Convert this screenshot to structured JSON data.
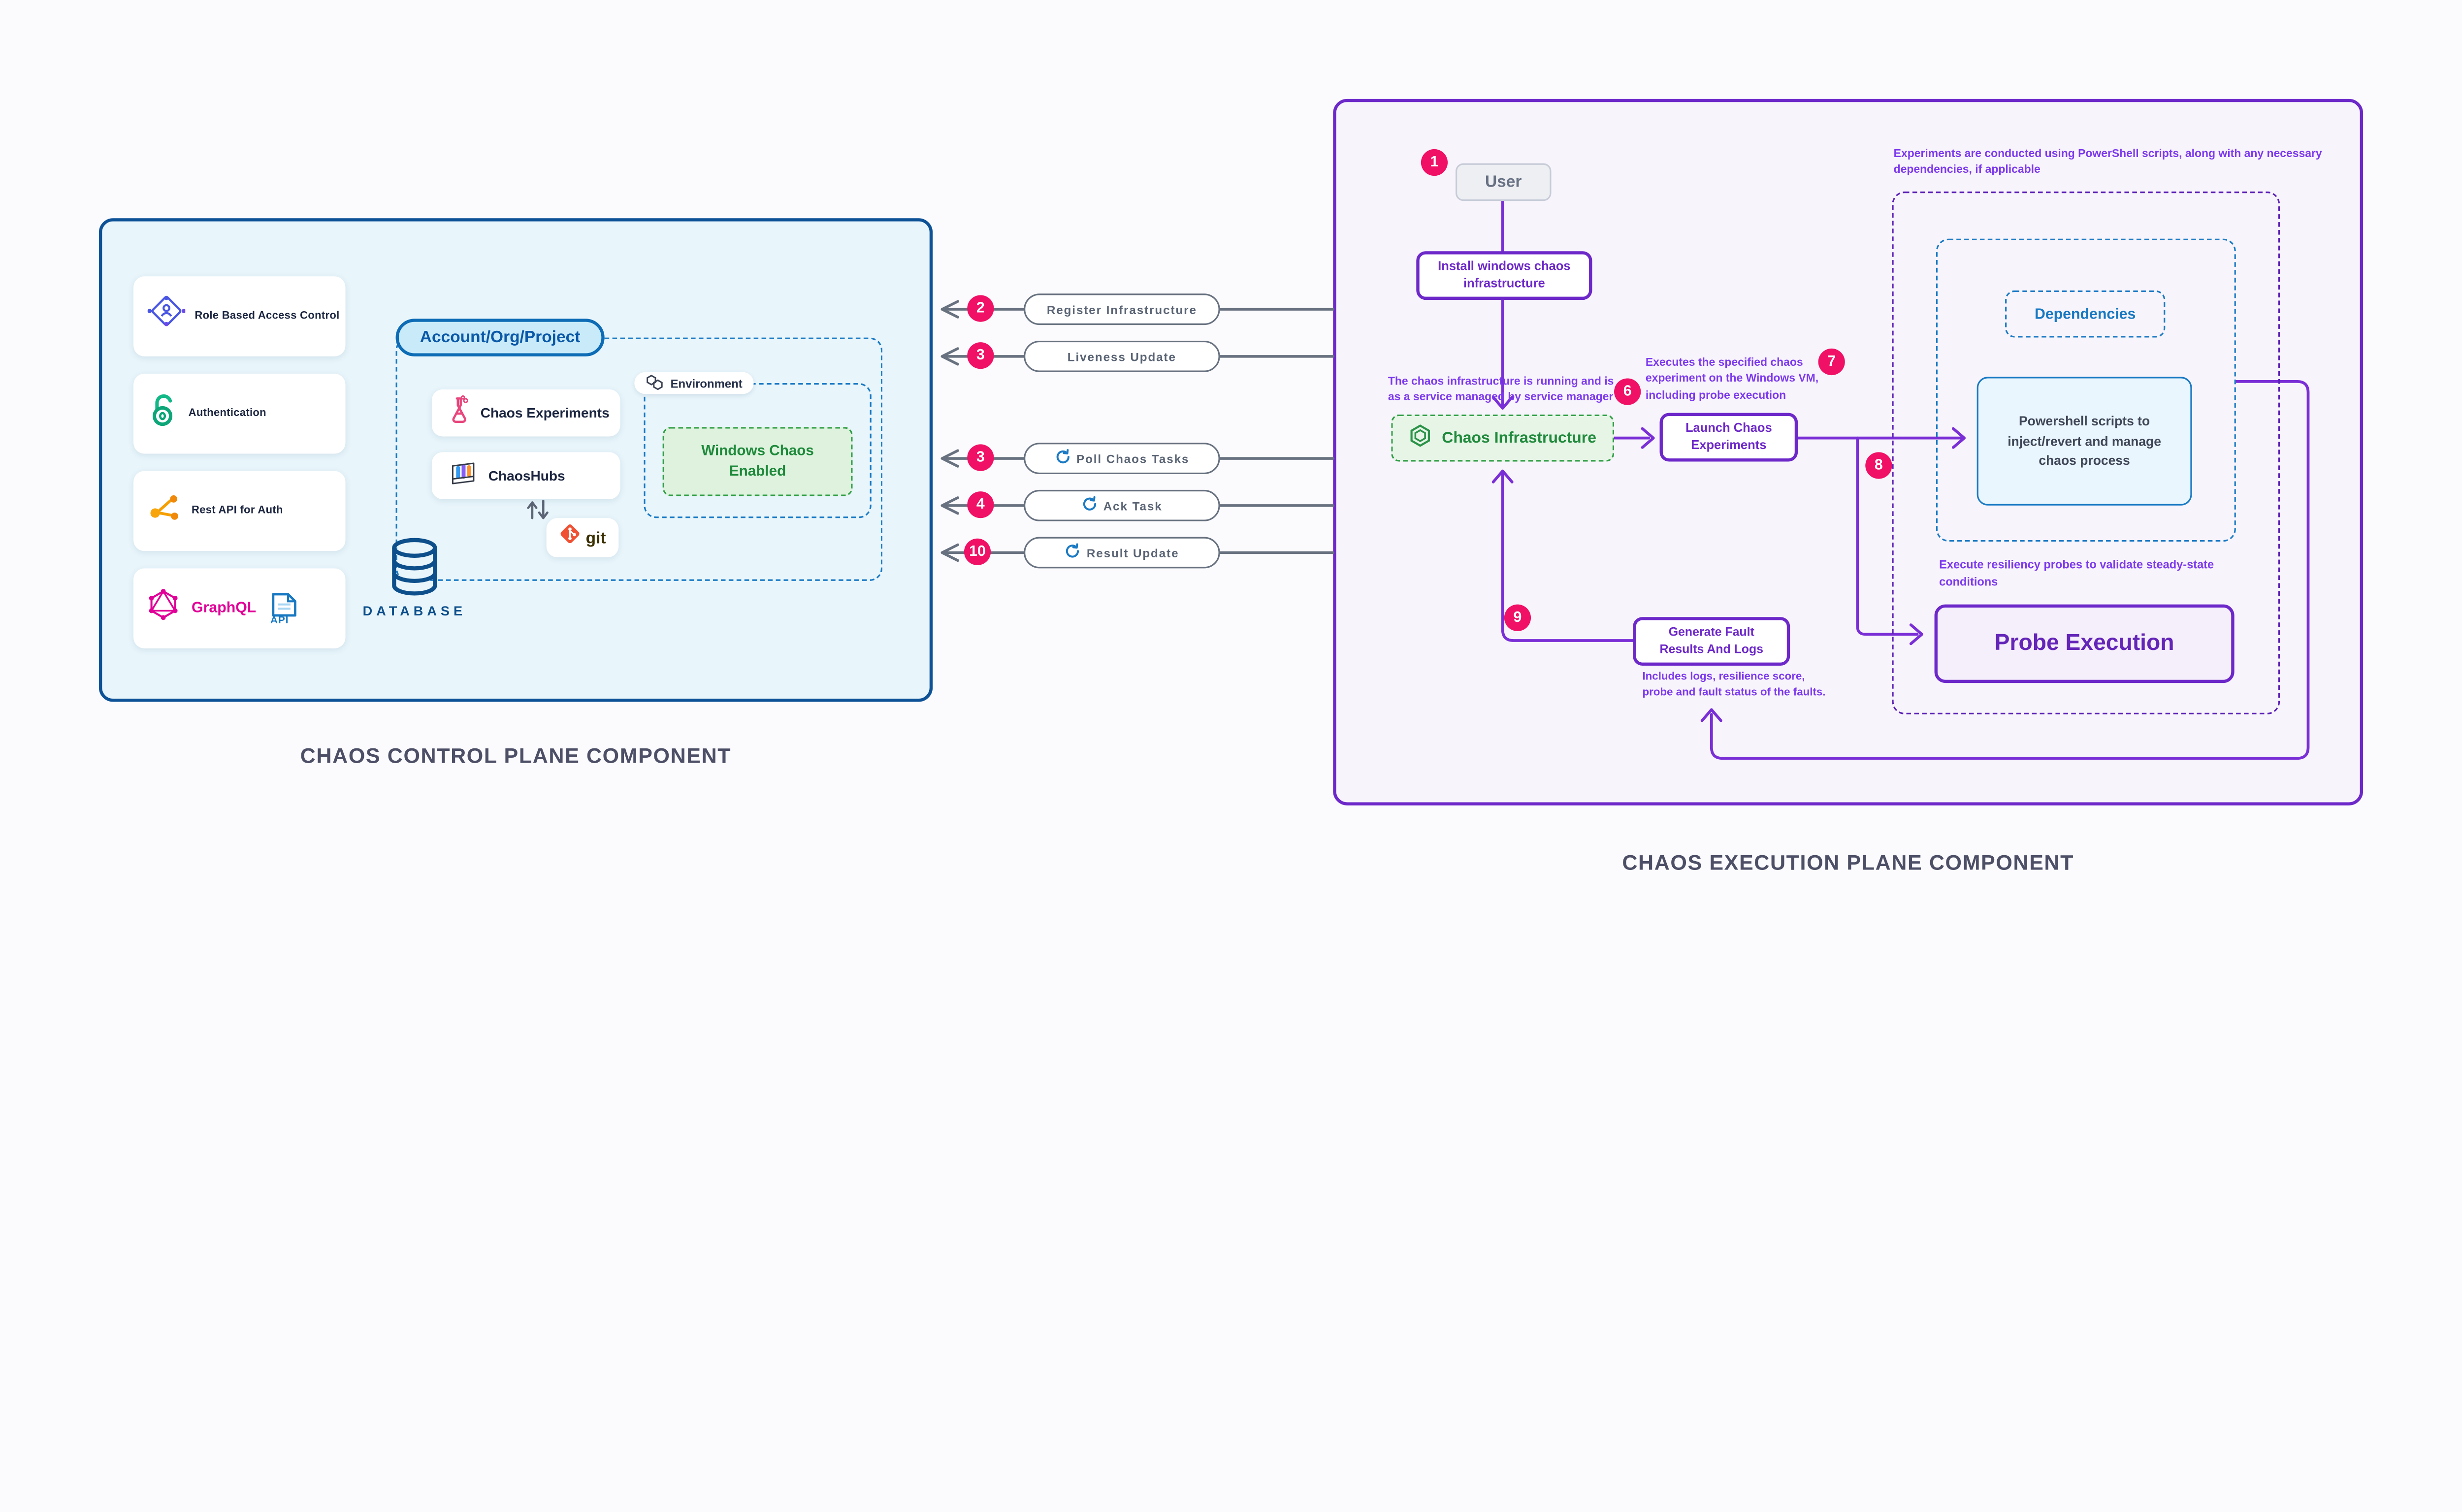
{
  "colors": {
    "page_bg": "#fbfafd",
    "control_panel_bg": "#e8f5fb",
    "control_panel_border": "#0d5296",
    "execution_panel_bg": "#f8f4fc",
    "execution_panel_border": "#6d28c9",
    "badge_pink": "#f01065",
    "flow_purple": "#7a2fd6",
    "caption_purple": "#7c3aed",
    "green": "#2f9e44",
    "blue": "#1a7ac4",
    "slate": "#67717f",
    "navy": "#0d4f8b",
    "graphql_pink": "#e10098",
    "git_orange": "#f05133"
  },
  "control_plane": {
    "title": "CHAOS CONTROL PLANE COMPONENT",
    "cards": [
      {
        "label": "Role Based Access Control",
        "icon": "rbac-network-icon"
      },
      {
        "label": "Authentication",
        "icon": "open-lock-icon"
      },
      {
        "label": "Rest API for Auth",
        "icon": "api-nodes-icon"
      },
      {
        "label": "GraphQL",
        "icon": "graphql-icon",
        "api_text": "API"
      }
    ],
    "account_pill": "Account/Org/Project",
    "chaos_experiments": "Chaos Experiments",
    "chaoshubs": "ChaosHubs",
    "environment_label": "Environment",
    "windows_chaos": "Windows Chaos Enabled",
    "git_label": "git",
    "database_label": "DATABASE"
  },
  "connectors": [
    {
      "badge": "2",
      "label": "Register Infrastructure"
    },
    {
      "badge": "3",
      "label": "Liveness Update"
    },
    {
      "badge": "3",
      "label": "Poll Chaos Tasks"
    },
    {
      "badge": "4",
      "label": "Ack Task"
    },
    {
      "badge": "10",
      "label": "Result Update"
    }
  ],
  "execution_plane": {
    "title": "CHAOS EXECUTION PLANE COMPONENT",
    "badges": {
      "user": "1",
      "infra": "6",
      "launch": "7",
      "probe": "8",
      "results": "9"
    },
    "user": "User",
    "install": "Install windows chaos infrastructure",
    "infra_caption": "The chaos infrastructure is running and is as a service managed by service manager",
    "chaos_infrastructure": "Chaos Infrastructure",
    "launch_caption": "Executes the specified chaos experiment on the Windows VM, including probe execution",
    "launch": "Launch Chaos Experiments",
    "top_caption": "Experiments are conducted using PowerShell scripts, along with any necessary dependencies, if applicable",
    "dependencies": "Dependencies",
    "powershell": "Powershell scripts to inject/revert and manage chaos process",
    "probe_caption": "Execute resiliency probes to validate steady-state conditions",
    "probe_execution": "Probe Execution",
    "generate": "Generate Fault Results And Logs",
    "results_caption": "Includes logs, resilience score, probe and fault status of the faults."
  }
}
